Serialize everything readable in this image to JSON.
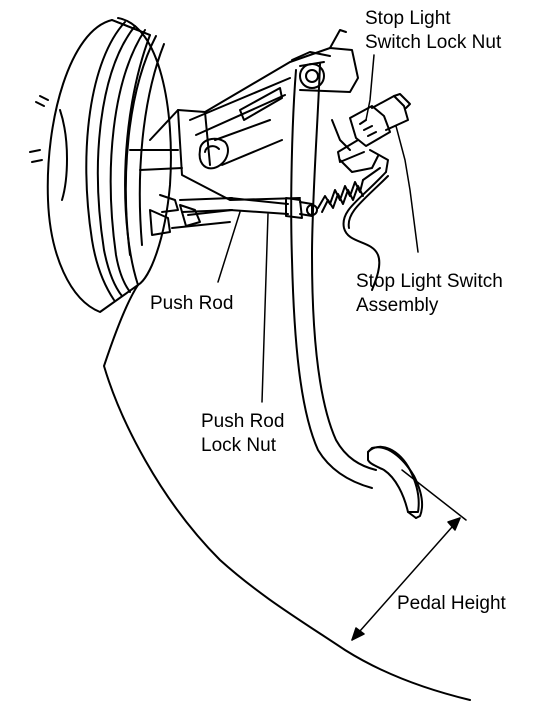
{
  "labels": {
    "stop_light_switch_lock_nut": [
      "Stop Light",
      "Switch Lock Nut"
    ],
    "stop_light_switch_assembly": [
      "Stop Light Switch",
      "Assembly"
    ],
    "push_rod": "Push Rod",
    "push_rod_lock_nut": [
      "Push Rod",
      "Lock Nut"
    ],
    "pedal_height": "Pedal Height"
  }
}
